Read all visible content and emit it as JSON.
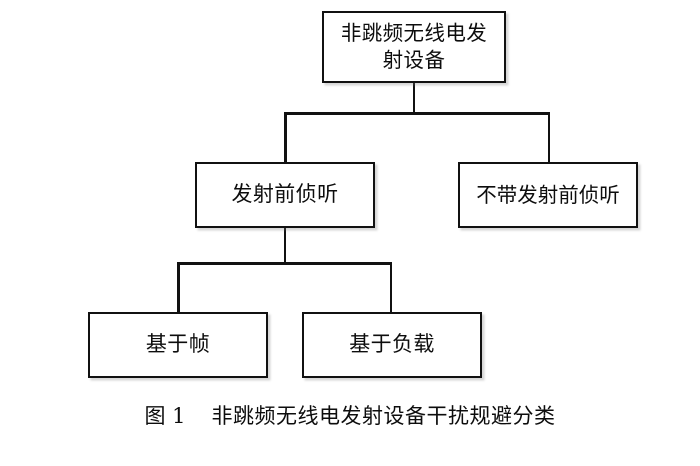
{
  "figure": {
    "background_color": "#ffffff",
    "line_color": "#111111",
    "text_color": "#0d0d0d",
    "caption": {
      "label": "图 1",
      "title": "非跳频无线电发射设备干扰规避分类"
    }
  },
  "diagram": {
    "type": "tree",
    "orientation": "top-down",
    "nodes": {
      "root": {
        "id": "root",
        "label": "非跳频无线电发\n射设备",
        "level": 0
      },
      "lbt": {
        "id": "lbt",
        "label": "发射前侦听",
        "level": 1
      },
      "no_lbt": {
        "id": "no_lbt",
        "label": "不带发射前侦听",
        "level": 1
      },
      "frame_based": {
        "id": "frame_based",
        "label": "基于帧",
        "level": 2
      },
      "load_based": {
        "id": "load_based",
        "label": "基于负载",
        "level": 2
      }
    },
    "edges": [
      {
        "from": "root",
        "to": "lbt"
      },
      {
        "from": "root",
        "to": "no_lbt"
      },
      {
        "from": "lbt",
        "to": "frame_based"
      },
      {
        "from": "lbt",
        "to": "load_based"
      }
    ]
  }
}
